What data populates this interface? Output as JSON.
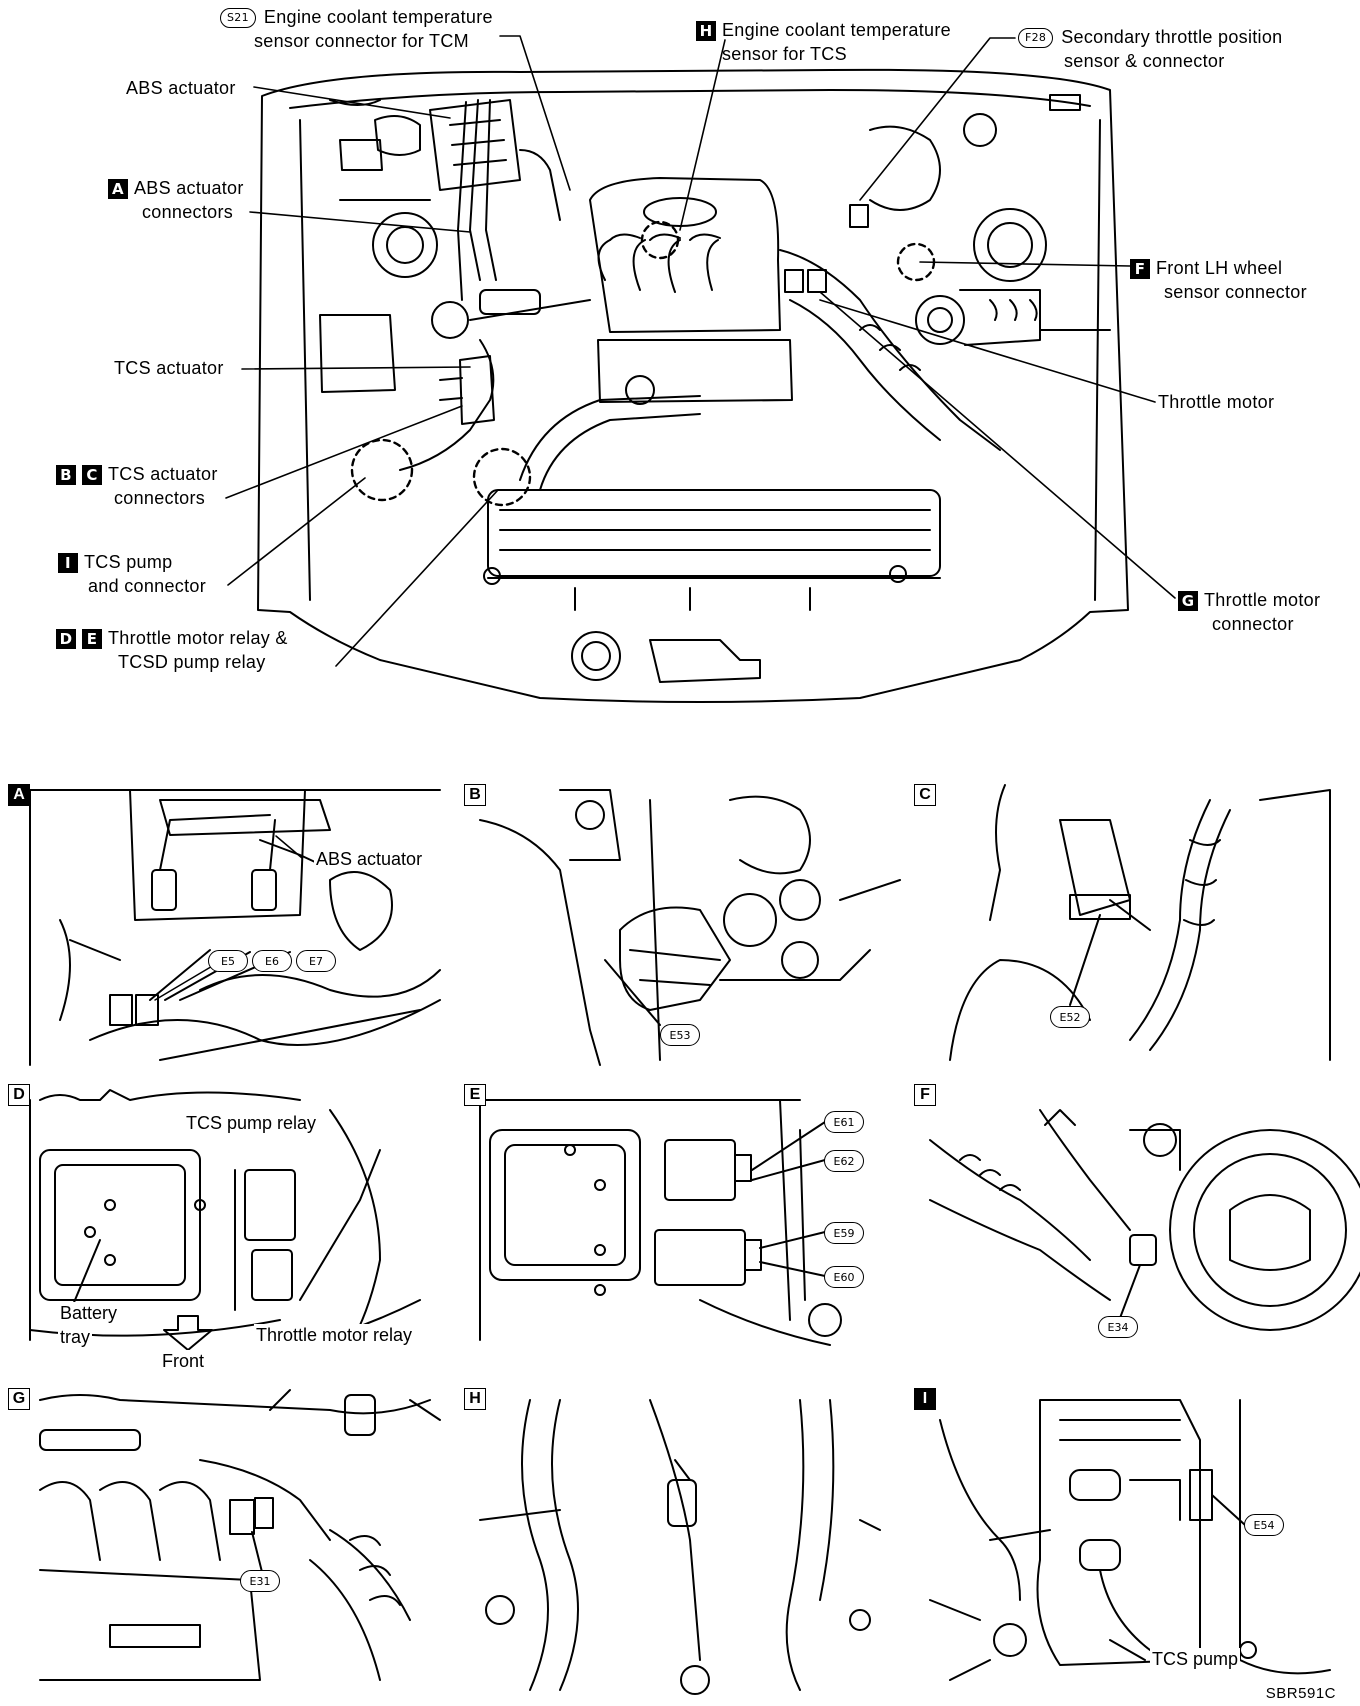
{
  "main": {
    "callouts": {
      "s21": {
        "code": "S21",
        "line1": "Engine coolant temperature",
        "line2": "sensor connector for TCM"
      },
      "h": {
        "letter": "H",
        "line1": "Engine coolant temperature",
        "line2": "sensor for TCS"
      },
      "f28": {
        "code": "F28",
        "line1": "Secondary throttle position",
        "line2": "sensor & connector"
      },
      "abs": {
        "line1": "ABS actuator"
      },
      "a": {
        "letter": "A",
        "line1": "ABS actuator",
        "line2": "connectors"
      },
      "f": {
        "letter": "F",
        "line1": "Front LH wheel",
        "line2": "sensor connector"
      },
      "tcs_act": {
        "line1": "TCS actuator"
      },
      "throttle_motor": {
        "line1": "Throttle motor"
      },
      "bc": {
        "letter1": "B",
        "letter2": "C",
        "line1": "TCS actuator",
        "line2": "connectors"
      },
      "i": {
        "letter": "I",
        "line1": "TCS pump",
        "line2": "and connector"
      },
      "g": {
        "letter": "G",
        "line1": "Throttle motor",
        "line2": "connector"
      },
      "de": {
        "letter1": "D",
        "letter2": "E",
        "line1": "Throttle motor relay &",
        "line2": "TCSD pump relay"
      }
    }
  },
  "panels": {
    "a": {
      "letter": "A",
      "label": "ABS actuator",
      "codes": [
        "E5",
        "E6",
        "E7"
      ]
    },
    "b": {
      "letter": "B",
      "codes": [
        "E53"
      ]
    },
    "c": {
      "letter": "C",
      "codes": [
        "E52"
      ]
    },
    "d": {
      "letter": "D",
      "pump_relay": "TCS pump relay",
      "battery": "Battery",
      "tray": "tray",
      "front": "Front",
      "motor_relay": "Throttle motor relay"
    },
    "e": {
      "letter": "E",
      "codes": [
        "E61",
        "E62",
        "E59",
        "E60"
      ]
    },
    "f": {
      "letter": "F",
      "codes": [
        "E34"
      ]
    },
    "g": {
      "letter": "G",
      "codes": [
        "E31"
      ]
    },
    "h": {
      "letter": "H"
    },
    "i": {
      "letter": "I",
      "label": "TCS pump",
      "codes": [
        "E54"
      ]
    }
  },
  "footer": {
    "figure_id": "SBR591C"
  }
}
